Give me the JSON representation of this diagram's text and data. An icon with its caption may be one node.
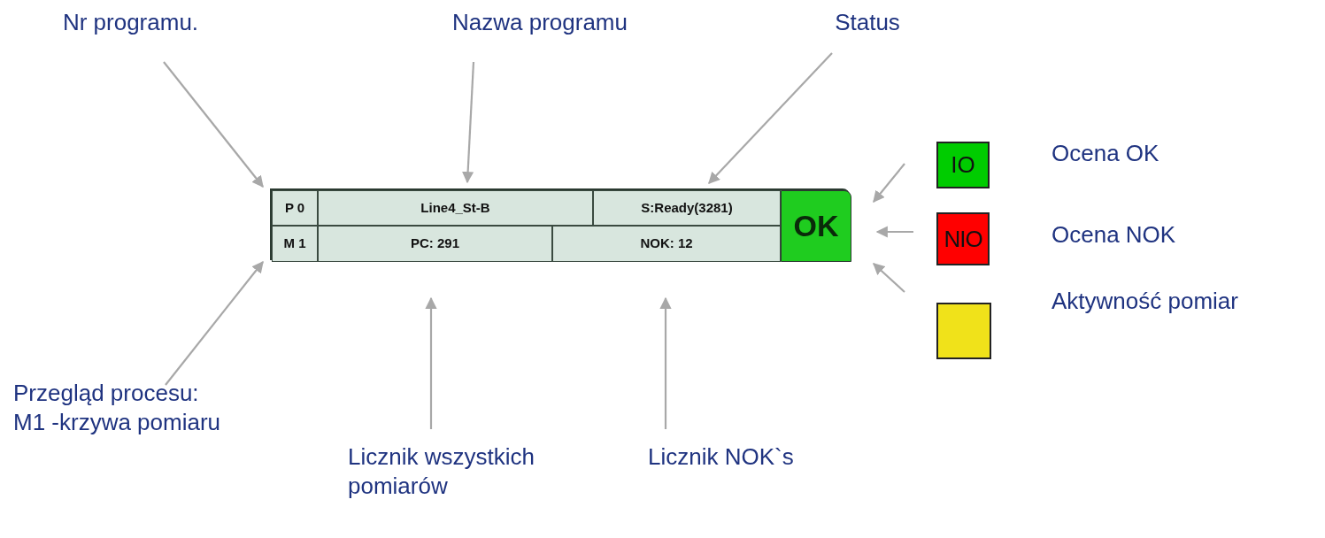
{
  "diagram": {
    "nodes": [
      {
        "text": [
          "Nr programu."
        ]
      },
      {
        "text": [
          "Nazwa programu"
        ]
      },
      {
        "text": [
          "Status"
        ]
      },
      {
        "text": [],
        "shape": "box"
      },
      {
        "text": [
          "P 0"
        ],
        "in": 3
      },
      {
        "text": [
          "Line4_St-B"
        ],
        "in": 3
      },
      {
        "text": [
          "S:Ready(3281)"
        ],
        "in": 3
      },
      {
        "text": [
          "OK"
        ],
        "in": 3
      },
      {
        "text": [
          "M 1"
        ],
        "in": 3
      },
      {
        "text": [
          "PC: 291"
        ],
        "in": 3
      },
      {
        "text": [
          "NOK: 12"
        ],
        "in": 3
      },
      {
        "text": [
          "IO"
        ],
        "beside": [
          "Ocena OK"
        ]
      },
      {
        "text": [
          "NIO"
        ],
        "beside": [
          "Ocena NOK"
        ]
      },
      {
        "text": [],
        "shape": "box",
        "beside": [
          "Aktywność pomiar"
        ]
      },
      {
        "text": [
          "Przegląd procesu: M1 -krzywa pomiaru"
        ]
      },
      {
        "text": [
          "Licznik wszystkich pomiarów"
        ]
      },
      {
        "text": [
          "Licznik NOK`s"
        ]
      }
    ],
    "edges": [
      {
        "from": 0,
        "to": 4,
        "arrow": "to"
      },
      {
        "from": 1,
        "to": 5,
        "arrow": "to"
      },
      {
        "from": 2,
        "to": 6,
        "arrow": "to"
      },
      {
        "from": 14,
        "to": 8,
        "arrow": "to"
      },
      {
        "from": 15,
        "to": 9,
        "arrow": "to"
      },
      {
        "from": 16,
        "to": 10,
        "arrow": "to"
      },
      {
        "from": 11,
        "to": 7,
        "arrow": "to"
      },
      {
        "from": 12,
        "to": 7,
        "arrow": "to"
      },
      {
        "from": 13,
        "to": 7,
        "arrow": "to"
      }
    ]
  }
}
